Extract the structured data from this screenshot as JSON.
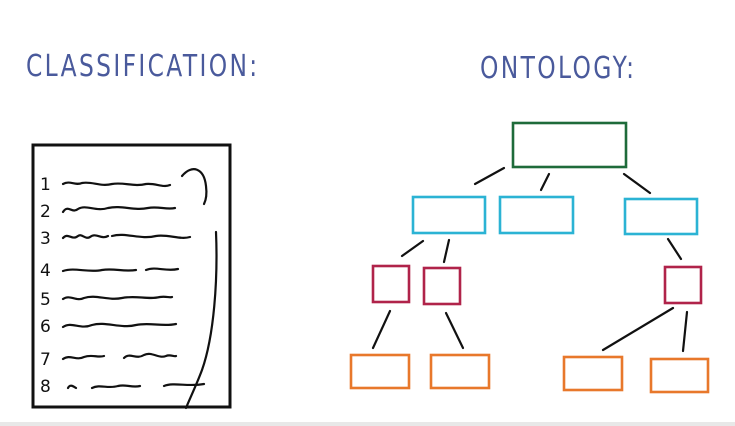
{
  "headings": {
    "left": "CLASSIFICATION:",
    "right": "ONTOLOGY:"
  },
  "colors": {
    "heading_ink": "#4a5a9c",
    "root": "#1e6b3a",
    "level1": "#2bb3d4",
    "level2": "#b0234a",
    "level3": "#e8782b"
  },
  "classification_list": {
    "numbers": [
      "1",
      "2",
      "3",
      "4",
      "5",
      "6",
      "7",
      "8"
    ]
  }
}
